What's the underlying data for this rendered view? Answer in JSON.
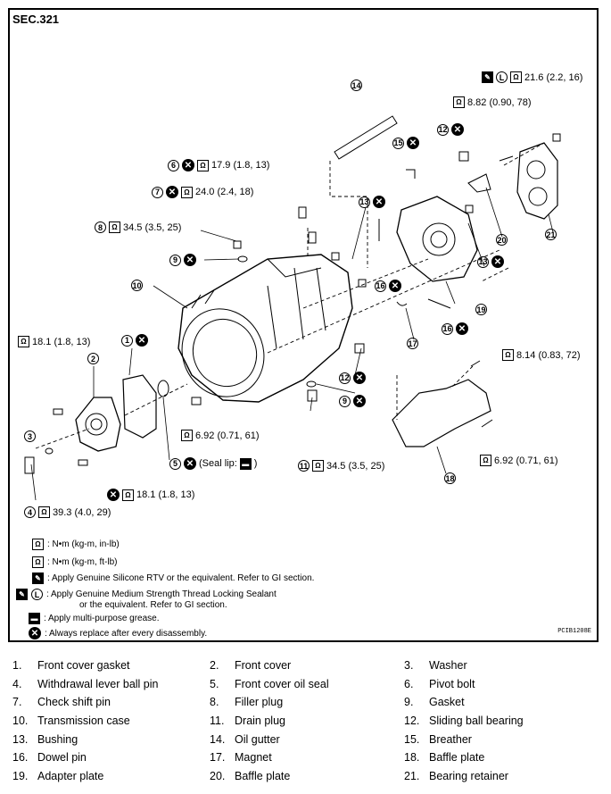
{
  "section": "SEC.321",
  "figure_code": "PCIB1208E",
  "callouts": [
    {
      "id": "c21_6",
      "text": "21.6  (2.2,  16)"
    },
    {
      "id": "c8_82",
      "text": "8.82  (0.90,  78)"
    },
    {
      "id": "c6",
      "num": "6",
      "text": "17.9  (1.8,  13)"
    },
    {
      "id": "c7",
      "num": "7",
      "text": "24.0  (2.4,  18)"
    },
    {
      "id": "c8",
      "num": "8",
      "text": "34.5  (3.5,  25)"
    },
    {
      "id": "c1",
      "num": "1"
    },
    {
      "id": "c18_1a",
      "text": "18.1  (1.8,  13)"
    },
    {
      "id": "c3",
      "num": "3"
    },
    {
      "id": "c4",
      "num": "4",
      "text": "39.3  (4.0,  29)"
    },
    {
      "id": "c18_1b",
      "text": "18.1  (1.8,  13)"
    },
    {
      "id": "c6_92a",
      "text": "6.92  (0.71,  61)"
    },
    {
      "id": "c5",
      "num": "5",
      "text": "(Seal lip:"
    },
    {
      "id": "c11",
      "num": "11",
      "text": "34.5  (3.5,  25)"
    },
    {
      "id": "c8_14",
      "text": "8.14  (0.83,  72)"
    },
    {
      "id": "c6_92b",
      "text": "6.92  (0.71,  61)"
    }
  ],
  "legend": [
    {
      "icon": "torque-in-lb-icon",
      "text": ": N•m (kg-m, in-lb)"
    },
    {
      "icon": "torque-ft-lb-icon",
      "text": ": N•m (kg-m, ft-lb)"
    },
    {
      "icon": "rtv-sealant-icon",
      "text": ": Apply Genuine Silicone RTV or the equivalent. Refer to GI section."
    },
    {
      "icon": "thread-lock-icon",
      "text": ": Apply Genuine Medium Strength Thread Locking Sealant"
    },
    {
      "icon": "",
      "text": "or the equivalent. Refer to GI section."
    },
    {
      "icon": "grease-icon",
      "text": ": Apply multi-purpose grease."
    },
    {
      "icon": "replace-icon",
      "text": ": Always replace after every disassembly."
    }
  ],
  "parts": [
    [
      {
        "n": "1.",
        "name": "Front cover gasket"
      },
      {
        "n": "2.",
        "name": "Front cover"
      },
      {
        "n": "3.",
        "name": "Washer"
      }
    ],
    [
      {
        "n": "4.",
        "name": "Withdrawal lever ball pin"
      },
      {
        "n": "5.",
        "name": "Front cover oil seal"
      },
      {
        "n": "6.",
        "name": "Pivot bolt"
      }
    ],
    [
      {
        "n": "7.",
        "name": "Check shift pin"
      },
      {
        "n": "8.",
        "name": "Filler plug"
      },
      {
        "n": "9.",
        "name": "Gasket"
      }
    ],
    [
      {
        "n": "10.",
        "name": "Transmission case"
      },
      {
        "n": "11.",
        "name": "Drain plug"
      },
      {
        "n": "12.",
        "name": "Sliding ball bearing"
      }
    ],
    [
      {
        "n": "13.",
        "name": "Bushing"
      },
      {
        "n": "14.",
        "name": "Oil gutter"
      },
      {
        "n": "15.",
        "name": "Breather"
      }
    ],
    [
      {
        "n": "16.",
        "name": "Dowel pin"
      },
      {
        "n": "17.",
        "name": "Magnet"
      },
      {
        "n": "18.",
        "name": "Baffle plate"
      }
    ],
    [
      {
        "n": "19.",
        "name": "Adapter plate"
      },
      {
        "n": "20.",
        "name": "Baffle plate"
      },
      {
        "n": "21.",
        "name": "Bearing retainer"
      }
    ]
  ],
  "numbers": {
    "n2": "2",
    "n9a": "9",
    "n9b": "9",
    "n10": "10",
    "n12a": "12",
    "n12b": "12",
    "n13a": "13",
    "n13b": "13",
    "n14": "14",
    "n15": "15",
    "n16a": "16",
    "n16b": "16",
    "n17": "17",
    "n18": "18",
    "n19": "19",
    "n20": "20",
    "n21": "21"
  },
  "close_paren": ")"
}
